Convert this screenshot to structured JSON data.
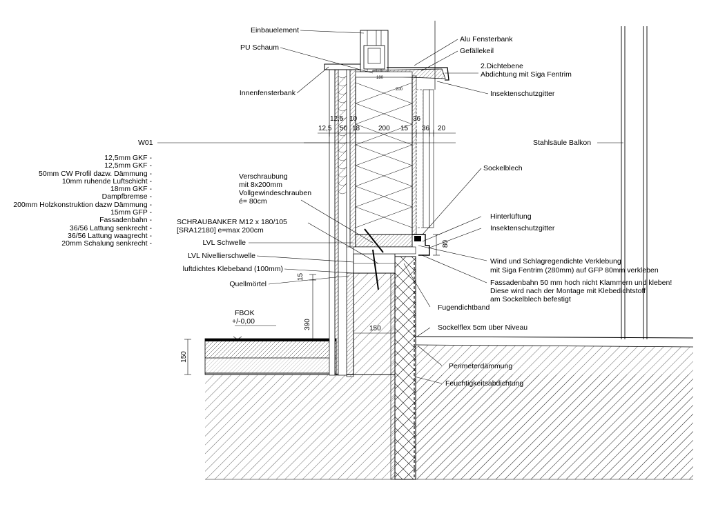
{
  "labels": {
    "einbauelement": "Einbauelement",
    "pu_schaum": "PU Schaum",
    "innenfensterbank": "Innenfensterbank",
    "alu_fensterbank": "Alu Fensterbank",
    "gefaellekeil": "Gefällekeil",
    "dichtebene_1": "2.Dichtebene",
    "dichtebene_2": "Abdichtung mit Siga Fentrim",
    "insektenschutz_top": "Insektenschutzgitter",
    "w01": "W01",
    "stahlsaeule": "Stahlsäule Balkon",
    "sockelblech": "Sockelblech",
    "verschraubung_1": "Verschraubung",
    "verschraubung_2": "mit 8x200mm",
    "verschraubung_3": "Vollgewindeschrauben",
    "verschraubung_4": "é= 80cm",
    "schraubanker_1": "SCHRAUBANKER M12 x 180/105",
    "schraubanker_2": "[SRA12180] e=max 200cm",
    "lvl_schwelle": "LVL Schwelle",
    "lvl_nivellier": "LVL Nivellierschwelle",
    "klebeband": "luftdichtes Klebeband (100mm)",
    "quellmoertel": "Quellmörtel",
    "hinterlueftung": "Hinterlüftung",
    "insektenschutz_bottom": "Insektenschutzgitter",
    "wind_1": "Wind und Schlagregendichte Verklebung",
    "wind_2": "mit Siga Fentrim (280mm) auf GFP 80mm verkleben",
    "fassade_1": "Fassadenbahn 50 mm hoch nicht Klammern und kleben!",
    "fassade_2": "Diese wird nach der Montage  mit Klebedichtstoff",
    "fassade_3": "am Sockelblech befestigt",
    "fugendichtband": "Fugendichtband",
    "sockelflex": "Sockelflex 5cm über Niveau",
    "fbok_1": "FBOK",
    "fbok_2": "+/-0,00",
    "perimeter": "Perimeterdämmung",
    "feuchtigkeit": "Feuchtigkeitsabdichtung"
  },
  "layers": [
    "12,5mm GKF -",
    "12,5mm GKF -",
    "50mm CW Profil dazw. Dämmung -",
    "10mm ruhende Luftschicht -",
    "18mm GKF -",
    "Dampfbremse -",
    "200mm Holzkonstruktion dazw Dämmung -",
    "15mm GFP -",
    "Fassadenbahn -",
    "36/56 Lattung senkrecht -",
    "36/56 Lattung waagrecht -",
    "20mm Schalung senkrecht -"
  ],
  "dimensions": {
    "d_125_top": "12,5",
    "d_10": "10",
    "d_125": "12,5",
    "d_50": "50",
    "d_18": "18",
    "d_200": "200",
    "d_15": "15",
    "d_36_top": "36",
    "d_36": "36",
    "d_20": "20",
    "d_80": "80",
    "d_15_left": "15",
    "d_390": "390",
    "d_150_left": "150",
    "d_150_found": "150",
    "d_sill_200": "200",
    "d_sill_180": "180"
  }
}
